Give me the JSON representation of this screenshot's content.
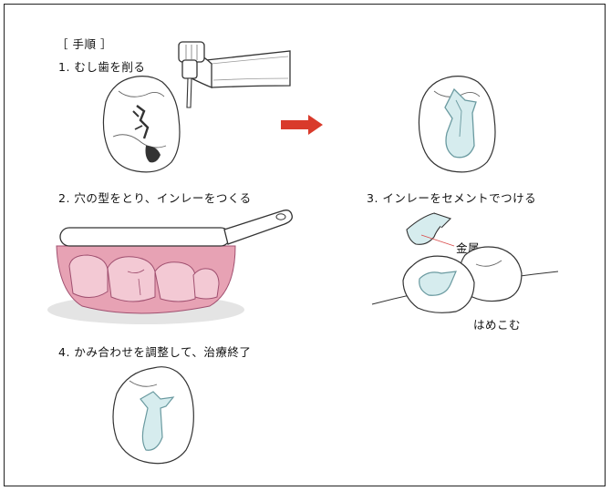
{
  "heading": "［ 手順 ］",
  "steps": [
    {
      "text": "1.  むし歯を削る"
    },
    {
      "text": "2.  穴の型をとり、インレーをつくる"
    },
    {
      "text": "3.  インレーをセメントでつける"
    },
    {
      "text": "4.  かみ合わせを調整して、治療終了"
    }
  ],
  "callouts": {
    "metal": "金属",
    "insert": "はめこむ"
  },
  "colors": {
    "arrow": "#d93a2b",
    "inlay_fill": "#d6ecee",
    "inlay_stroke": "#6a9aa0",
    "gum": "#e7a2b4",
    "gum_light": "#f3c9d4",
    "decay": "#333333"
  }
}
